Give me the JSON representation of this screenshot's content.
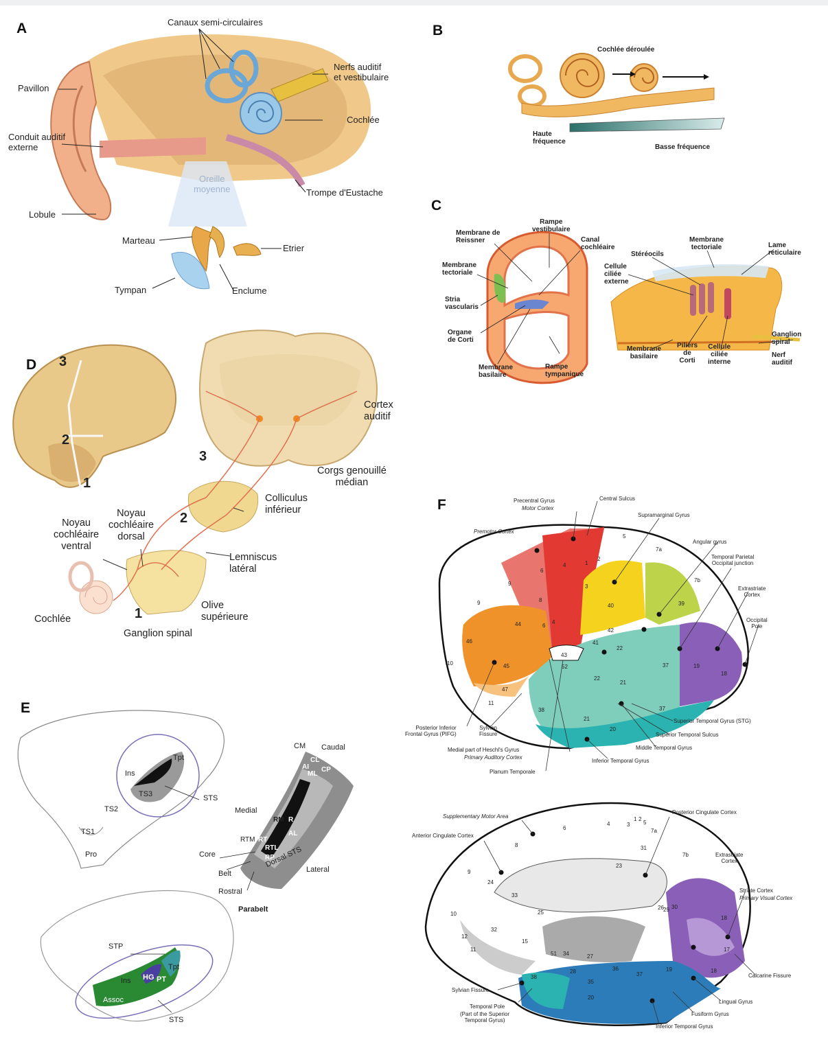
{
  "panels": {
    "A": {
      "letter": "A",
      "labels": {
        "canaux": "Canaux semi-circulaires",
        "nerfs": "Nerfs auditif\net vestibulaire",
        "pavillon": "Pavillon",
        "cochlee": "Cochlée",
        "conduit": "Conduit auditif\nexterne",
        "oreille": "Oreille\nmoyenne",
        "trompe": "Trompe d'Eustache",
        "lobule": "Lobule",
        "marteau": "Marteau",
        "etrier": "Etrier",
        "tympan": "Tympan",
        "enclume": "Enclume"
      }
    },
    "B": {
      "letter": "B",
      "labels": {
        "deroulee": "Cochlée déroulée",
        "haute": "Haute\nfréquence",
        "basse": "Basse fréquence"
      }
    },
    "C": {
      "letter": "C",
      "labels": {
        "reissner": "Membrane de\nReissner",
        "rampe_vest": "Rampe\nvestibulaire",
        "canal": "Canal\ncochléaire",
        "tectoriale_l": "Membrane\ntectoriale",
        "stria": "Stria\nvascularis",
        "organe": "Organe\nde Corti",
        "basilaire_l": "Membrane\nbasilaire",
        "rampe_tymp": "Rampe\ntympanique",
        "stereocils": "Stéréocils",
        "tectoriale_r": "Membrane\ntectoriale",
        "lame": "Lame\nréticulaire",
        "cellule_ext": "Cellule\nciliée\nexterne",
        "ganglion": "Ganglion\nspiral",
        "nerf": "Nerf\nauditif",
        "basilaire_r": "Membrane\nbasilaire",
        "piliers": "Piliers\nde\nCorti",
        "cellule_int": "Cellule\nciliée\ninterne"
      }
    },
    "D": {
      "letter": "D",
      "labels": {
        "cortex": "Cortex\nauditif",
        "corgs": "Corgs genouillé\nmédian",
        "colliculus": "Colliculus\ninférieur",
        "noyau_ventral": "Noyau\ncochléaire\nventral",
        "noyau_dorsal": "Noyau\ncochléaire\ndorsal",
        "lemniscus": "Lemniscus\nlatéral",
        "cochlee": "Cochlée",
        "ganglion": "Ganglion spinal",
        "olive": "Olive\nsupérieure",
        "n1": "1",
        "n2": "2",
        "n3": "3"
      }
    },
    "E": {
      "letter": "E",
      "labels": {
        "ins": "Ins",
        "tpt": "Tpt",
        "ts3": "TS3",
        "ts2": "TS2",
        "ts1": "TS1",
        "pro": "Pro",
        "sts": "STS",
        "cm": "CM",
        "caudal": "Caudal",
        "cl": "CL",
        "medial": "Medial",
        "a1": "AI",
        "ml": "ML",
        "cp": "CP",
        "rm": "RM",
        "r": "R",
        "al": "AL",
        "rtm": "RTM",
        "rt": "RT",
        "rtl": "RTL",
        "rp": "RP",
        "core": "Core",
        "belt": "Belt",
        "rostral": "Rostral",
        "parabelt": "Parabelt",
        "dorsal_sts": "Dorsal STS",
        "lateral": "Lateral",
        "stp": "STP",
        "hg": "HG",
        "pt": "PT",
        "assoc": "Assoc",
        "ins2": "Ins",
        "tpt2": "Tpt",
        "sts2": "STS"
      }
    },
    "F": {
      "letter": "F",
      "lateral": {
        "precentral": "Precentral Gyrus",
        "motor": "Motor Cortex",
        "central": "Central Sulcus",
        "supramarginal": "Supramarginal Gyrus",
        "premotor": "Premotor Cortex",
        "angular": "Angular gyrus",
        "tpo": "Temporal Parietal\nOccipital junction",
        "extrastriate": "Extrastriate\nCortex",
        "occipital": "Occipital\nPole",
        "pifg": "Posterior Inferior\nFrontal Gyrus (PIFG)",
        "sylvian": "Sylvian\nFissure",
        "heschl": "Medial part of Heschl's Gyrus",
        "primary_aud": "Primary Auditory Cortex",
        "planum": "Planum Temporale",
        "stg": "Superior Temporal Gyrus (STG)",
        "sts": "Superior Temporal Sulcus",
        "mtg": "Middle Temporal Gyrus",
        "itg": "Inferior Temporal Gyrus",
        "areas": [
          "4",
          "6",
          "6",
          "4",
          "1",
          "2",
          "3",
          "5",
          "7a",
          "7b",
          "9",
          "9",
          "8",
          "44",
          "46",
          "45",
          "10",
          "47",
          "11",
          "40",
          "39",
          "42",
          "22",
          "43",
          "52",
          "41",
          "22",
          "21",
          "37",
          "19",
          "18",
          "38",
          "21",
          "37",
          "20"
        ]
      },
      "medial": {
        "sma": "Supplementary Motor Area",
        "posterior_cingulate": "Posterior Cingulate Cortex",
        "anterior_cingulate": "Anterior Cingulate Cortex",
        "extrastriate": "Extrastriate\nCortex",
        "striate": "Striate Cortex",
        "primary_visual": "Primary Visual Cortex",
        "calcarine": "Calcarine Fissure",
        "sylvian": "Sylvian Fissure",
        "temporal_pole": "Temporal Pole",
        "temporal_pole_sub": "(Part of the Superior\nTemporal Gyrus)",
        "lingual": "Lingual Gyrus",
        "fusiform": "Fusiform Gyrus",
        "itg": "Inferior Temporal Gyrus",
        "areas": [
          "4",
          "3",
          "1",
          "2",
          "5",
          "6",
          "7a",
          "8",
          "31",
          "7b",
          "23",
          "9",
          "24",
          "33",
          "32",
          "10",
          "25",
          "12",
          "11",
          "15",
          "51",
          "34",
          "27",
          "28",
          "35",
          "36",
          "37",
          "19",
          "18",
          "17",
          "18",
          "38",
          "20",
          "26",
          "29",
          "30"
        ]
      }
    }
  },
  "colors": {
    "red": "#e23a32",
    "salmon": "#e8756e",
    "orange": "#f0922a",
    "lightorange": "#f6c27e",
    "yellow": "#f5d21e",
    "yellowgreen": "#bcd34a",
    "teal": "#7fcdbb",
    "darkteal": "#2ab3b0",
    "purple": "#8a5fb8",
    "lightpurple": "#b798d6",
    "blue": "#2b7cb8",
    "green": "#2a8a34",
    "cochlea_blue": "#9ac8e8",
    "skin": "#f0b88a",
    "bone": "#f3d27a"
  }
}
